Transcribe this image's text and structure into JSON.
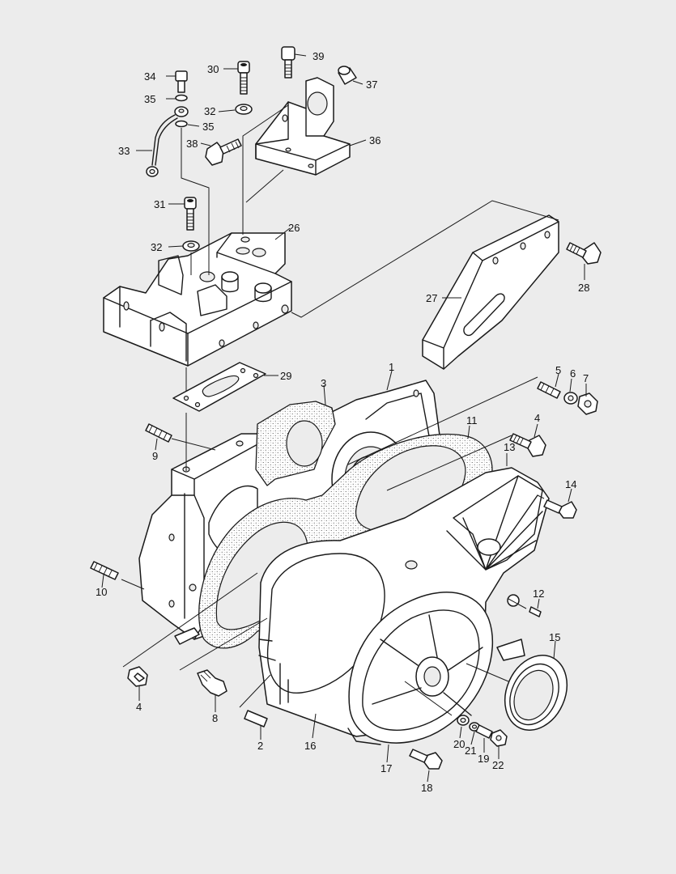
{
  "callouts": [
    {
      "id": "c1",
      "text": "1"
    },
    {
      "id": "c2",
      "text": "2"
    },
    {
      "id": "c3",
      "text": "3"
    },
    {
      "id": "c4a",
      "text": "4"
    },
    {
      "id": "c4b",
      "text": "4"
    },
    {
      "id": "c5",
      "text": "5"
    },
    {
      "id": "c6",
      "text": "6"
    },
    {
      "id": "c7",
      "text": "7"
    },
    {
      "id": "c8",
      "text": "8"
    },
    {
      "id": "c9",
      "text": "9"
    },
    {
      "id": "c10",
      "text": "10"
    },
    {
      "id": "c11",
      "text": "11"
    },
    {
      "id": "c12",
      "text": "12"
    },
    {
      "id": "c13",
      "text": "13"
    },
    {
      "id": "c14",
      "text": "14"
    },
    {
      "id": "c15",
      "text": "15"
    },
    {
      "id": "c16",
      "text": "16"
    },
    {
      "id": "c17",
      "text": "17"
    },
    {
      "id": "c18",
      "text": "18"
    },
    {
      "id": "c19",
      "text": "19"
    },
    {
      "id": "c20",
      "text": "20"
    },
    {
      "id": "c21",
      "text": "21"
    },
    {
      "id": "c22",
      "text": "22"
    },
    {
      "id": "c26",
      "text": "26"
    },
    {
      "id": "c27",
      "text": "27"
    },
    {
      "id": "c28",
      "text": "28"
    },
    {
      "id": "c29",
      "text": "29"
    },
    {
      "id": "c30",
      "text": "30"
    },
    {
      "id": "c31",
      "text": "31"
    },
    {
      "id": "c32a",
      "text": "32"
    },
    {
      "id": "c32b",
      "text": "32"
    },
    {
      "id": "c33",
      "text": "33"
    },
    {
      "id": "c34",
      "text": "34"
    },
    {
      "id": "c35a",
      "text": "35"
    },
    {
      "id": "c35b",
      "text": "35"
    },
    {
      "id": "c36",
      "text": "36"
    },
    {
      "id": "c37",
      "text": "37"
    },
    {
      "id": "c38",
      "text": "38"
    },
    {
      "id": "c39",
      "text": "39"
    }
  ],
  "colors": {
    "background": "#ececec",
    "ink": "#1a1a1a",
    "part_fill": "#ffffff"
  }
}
